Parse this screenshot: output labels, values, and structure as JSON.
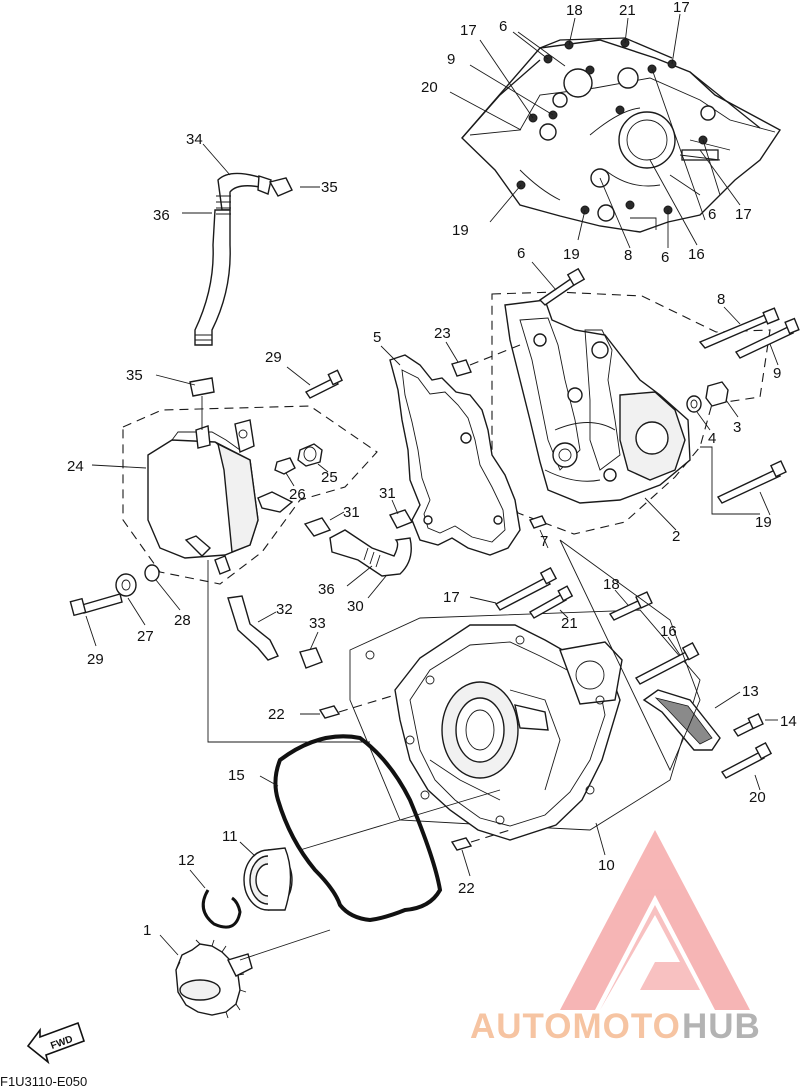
{
  "diagram": {
    "drawing_code": "F1U3110-E050",
    "fwd_label": "FWD",
    "callouts": [
      {
        "id": "c1",
        "label": "1"
      },
      {
        "id": "c2",
        "label": "2"
      },
      {
        "id": "c3",
        "label": "3"
      },
      {
        "id": "c4",
        "label": "4"
      },
      {
        "id": "c5",
        "label": "5"
      },
      {
        "id": "c6a",
        "label": "6"
      },
      {
        "id": "c6b",
        "label": "6"
      },
      {
        "id": "c6c",
        "label": "6"
      },
      {
        "id": "c6d",
        "label": "6"
      },
      {
        "id": "c7",
        "label": "7"
      },
      {
        "id": "c8a",
        "label": "8"
      },
      {
        "id": "c8b",
        "label": "8"
      },
      {
        "id": "c9a",
        "label": "9"
      },
      {
        "id": "c9b",
        "label": "9"
      },
      {
        "id": "c10",
        "label": "10"
      },
      {
        "id": "c11",
        "label": "11"
      },
      {
        "id": "c12",
        "label": "12"
      },
      {
        "id": "c13",
        "label": "13"
      },
      {
        "id": "c14",
        "label": "14"
      },
      {
        "id": "c15",
        "label": "15"
      },
      {
        "id": "c16a",
        "label": "16"
      },
      {
        "id": "c16b",
        "label": "16"
      },
      {
        "id": "c17a",
        "label": "17"
      },
      {
        "id": "c17b",
        "label": "17"
      },
      {
        "id": "c17c",
        "label": "17"
      },
      {
        "id": "c17d",
        "label": "17"
      },
      {
        "id": "c18a",
        "label": "18"
      },
      {
        "id": "c18b",
        "label": "18"
      },
      {
        "id": "c19a",
        "label": "19"
      },
      {
        "id": "c19b",
        "label": "19"
      },
      {
        "id": "c19c",
        "label": "19"
      },
      {
        "id": "c20a",
        "label": "20"
      },
      {
        "id": "c20b",
        "label": "20"
      },
      {
        "id": "c21a",
        "label": "21"
      },
      {
        "id": "c21b",
        "label": "21"
      },
      {
        "id": "c22a",
        "label": "22"
      },
      {
        "id": "c22b",
        "label": "22"
      },
      {
        "id": "c23",
        "label": "23"
      },
      {
        "id": "c24",
        "label": "24"
      },
      {
        "id": "c25",
        "label": "25"
      },
      {
        "id": "c26",
        "label": "26"
      },
      {
        "id": "c27",
        "label": "27"
      },
      {
        "id": "c28",
        "label": "28"
      },
      {
        "id": "c29a",
        "label": "29"
      },
      {
        "id": "c29b",
        "label": "29"
      },
      {
        "id": "c30",
        "label": "30"
      },
      {
        "id": "c31a",
        "label": "31"
      },
      {
        "id": "c31b",
        "label": "31"
      },
      {
        "id": "c32",
        "label": "32"
      },
      {
        "id": "c33",
        "label": "33"
      },
      {
        "id": "c34",
        "label": "34"
      },
      {
        "id": "c35a",
        "label": "35"
      },
      {
        "id": "c35b",
        "label": "35"
      },
      {
        "id": "c36a",
        "label": "36"
      },
      {
        "id": "c36b",
        "label": "36"
      }
    ]
  },
  "watermark": {
    "text_part1": "AUTOMOTO",
    "text_part2": "HUB",
    "color_part1": "#f4b183",
    "color_part2": "#9a9a9a",
    "triangle_color": "#f07a7a"
  }
}
